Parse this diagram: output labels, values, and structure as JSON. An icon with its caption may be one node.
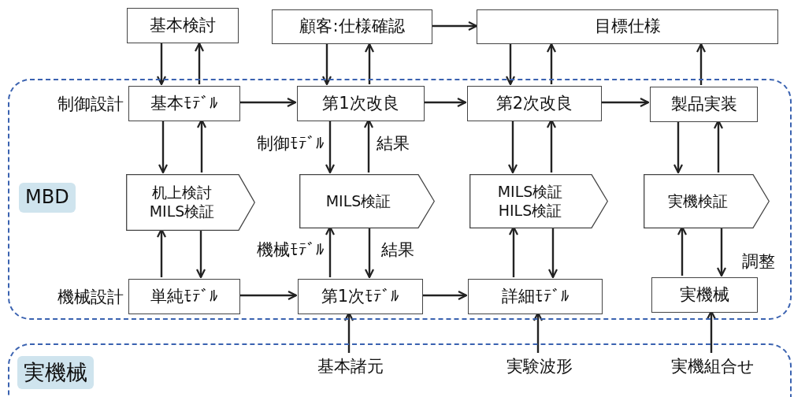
{
  "diagram": {
    "nodes": [
      {
        "text": [
          "MBD"
        ]
      },
      {
        "text": [
          "基本検討"
        ]
      },
      {
        "text": [
          "顧客:仕様確認"
        ]
      },
      {
        "text": [
          "目標仕様"
        ]
      },
      {
        "text": [
          "基本ﾓﾃﾞﾙ"
        ],
        "in": 0,
        "beside": [
          "制御設計"
        ]
      },
      {
        "text": [
          "第1次改良"
        ],
        "in": 0
      },
      {
        "text": [
          "第2次改良"
        ],
        "in": 0
      },
      {
        "text": [
          "製品実装"
        ],
        "in": 0
      },
      {
        "text": [
          "机上検討",
          "MILS検証"
        ],
        "in": 0
      },
      {
        "text": [
          "MILS検証"
        ],
        "in": 0
      },
      {
        "text": [
          "MILS検証",
          "HILS検証"
        ],
        "in": 0
      },
      {
        "text": [
          "実機検証"
        ],
        "in": 0
      },
      {
        "text": [
          "単純ﾓﾃﾞﾙ"
        ],
        "in": 0,
        "beside": [
          "機械設計"
        ]
      },
      {
        "text": [
          "第1次ﾓﾃﾞﾙ"
        ],
        "in": 0
      },
      {
        "text": [
          "詳細ﾓﾃﾞﾙ"
        ],
        "in": 0
      },
      {
        "text": [
          "実機械"
        ],
        "in": 0
      },
      {
        "text": [
          "実機械"
        ]
      },
      {
        "text": [
          "基本諸元"
        ],
        "in": 16
      },
      {
        "text": [
          "実験波形"
        ],
        "in": 16
      },
      {
        "text": [
          "実機組合せ"
        ],
        "in": 16
      }
    ],
    "edges": [
      {
        "from": 2,
        "to": 3,
        "arrow": "to"
      },
      {
        "from": 1,
        "to": 4,
        "arrow": "to"
      },
      {
        "from": 4,
        "to": 1,
        "arrow": "to"
      },
      {
        "from": 2,
        "to": 5,
        "arrow": "to"
      },
      {
        "from": 5,
        "to": 2,
        "arrow": "to"
      },
      {
        "from": 3,
        "to": 6,
        "arrow": "to"
      },
      {
        "from": 6,
        "to": 3,
        "arrow": "to"
      },
      {
        "from": 7,
        "to": 3,
        "arrow": "to"
      },
      {
        "from": 4,
        "to": 5,
        "arrow": "to"
      },
      {
        "from": 5,
        "to": 6,
        "arrow": "to"
      },
      {
        "from": 6,
        "to": 7,
        "arrow": "to"
      },
      {
        "from": 4,
        "to": 8,
        "arrow": "to"
      },
      {
        "from": 8,
        "to": 4,
        "arrow": "to"
      },
      {
        "from": 5,
        "to": 9,
        "arrow": "to",
        "label": "制御ﾓﾃﾞﾙ"
      },
      {
        "from": 9,
        "to": 5,
        "arrow": "to",
        "label": "結果"
      },
      {
        "from": 6,
        "to": 10,
        "arrow": "to"
      },
      {
        "from": 10,
        "to": 6,
        "arrow": "to"
      },
      {
        "from": 7,
        "to": 11,
        "arrow": "to"
      },
      {
        "from": 11,
        "to": 7,
        "arrow": "to"
      },
      {
        "from": 12,
        "to": 8,
        "arrow": "to"
      },
      {
        "from": 8,
        "to": 12,
        "arrow": "to"
      },
      {
        "from": 13,
        "to": 9,
        "arrow": "to",
        "label": "機械ﾓﾃﾞﾙ"
      },
      {
        "from": 9,
        "to": 13,
        "arrow": "to",
        "label": "結果"
      },
      {
        "from": 14,
        "to": 10,
        "arrow": "to"
      },
      {
        "from": 10,
        "to": 14,
        "arrow": "to"
      },
      {
        "from": 15,
        "to": 11,
        "arrow": "to"
      },
      {
        "from": 11,
        "to": 15,
        "arrow": "to",
        "label": "調整"
      },
      {
        "from": 12,
        "to": 13,
        "arrow": "to"
      },
      {
        "from": 13,
        "to": 14,
        "arrow": "to"
      },
      {
        "from": 17,
        "to": 13,
        "arrow": "to"
      },
      {
        "from": 18,
        "to": 14,
        "arrow": "to"
      },
      {
        "from": 19,
        "to": 15,
        "arrow": "to"
      }
    ]
  }
}
